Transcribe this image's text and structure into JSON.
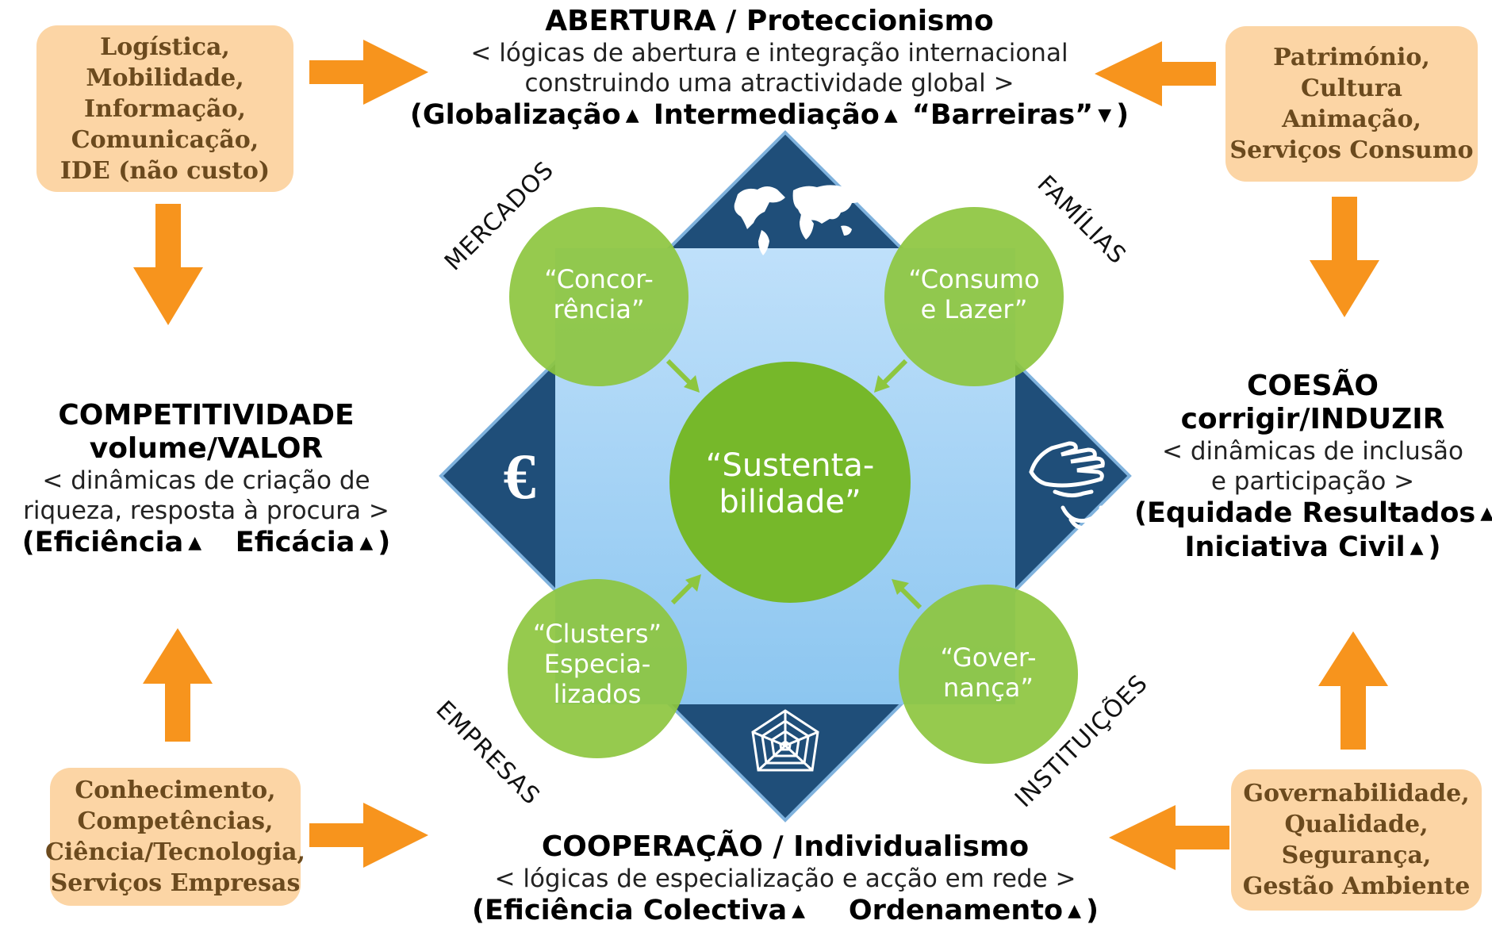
{
  "top": {
    "title": "ABERTURA / Proteccionismo",
    "sub1": "< lógicas de abertura e integração internacional",
    "sub2": "construindo uma atractividade global  >",
    "ind1": "(Globalização",
    "ind2": "Intermediação",
    "ind3": "“Barreiras”",
    "ind_close": ")"
  },
  "bottom": {
    "title": "COOPERAÇÃO  / Individualismo",
    "sub": "<  lógicas de especialização e acção em rede  >",
    "ind1": "(Eficiência Colectiva",
    "ind2": "Ordenamento",
    "ind_close": ")"
  },
  "left": {
    "title1": "COMPETITIVIDADE",
    "title2": "volume/VALOR",
    "sub1": "< dinâmicas de criação de",
    "sub2": "riqueza, resposta à procura >",
    "ind1": "(Eficiência",
    "ind2": "Eficácia",
    "ind_close": ")"
  },
  "right": {
    "title1": "COESÃO",
    "title2": "corrigir/INDUZIR",
    "sub1": "< dinâmicas de inclusão",
    "sub2": "e participação >",
    "ind1": "(Equidade Resultados",
    "ind2": "Iniciativa Civil",
    "ind_close": ")"
  },
  "boxes": {
    "top_left": [
      "Logística,",
      "Mobilidade,",
      "Informação,",
      "Comunicação,",
      "IDE (não custo)"
    ],
    "top_right": [
      "Património,",
      "Cultura",
      "Animação,",
      "Serviços Consumo"
    ],
    "bottom_left": [
      "Conhecimento,",
      "Competências,",
      "Ciência/Tecnologia,",
      "Serviços Empresas"
    ],
    "bottom_right": [
      "Governabilidade,",
      "Qualidade,",
      "Segurança,",
      "Gestão Ambiente"
    ]
  },
  "corners": {
    "top_left": "MERCADOS",
    "top_right": "FAMÍLIAS",
    "bottom_left": "EMPRESAS",
    "bottom_right": "INSTITUIÇÕES"
  },
  "circles": {
    "tl": [
      "“Concor-",
      "rência”"
    ],
    "tr": [
      "“Consumo",
      "e Lazer”"
    ],
    "bl": [
      "“Clusters”",
      "Especia-",
      "lizados"
    ],
    "br": [
      "“Gover-",
      "nança”"
    ],
    "center": [
      "“Sustenta-",
      "bilidade”"
    ]
  },
  "glyphs": {
    "up": "▲",
    "down": "▼",
    "euro": "€"
  },
  "icons": {
    "top": "world-map-icon",
    "left": "euro-icon",
    "right": "hands-icon",
    "bottom": "spider-web-icon"
  },
  "colors": {
    "box_fill": "#fcd5a5",
    "box_text": "#6b4a1e",
    "arrow": "#f7941d",
    "diamond_dark": "#1f4e79",
    "square_light": "#a9d4f5",
    "circle_green": "#8dc63f",
    "center_green": "#76b82a"
  }
}
